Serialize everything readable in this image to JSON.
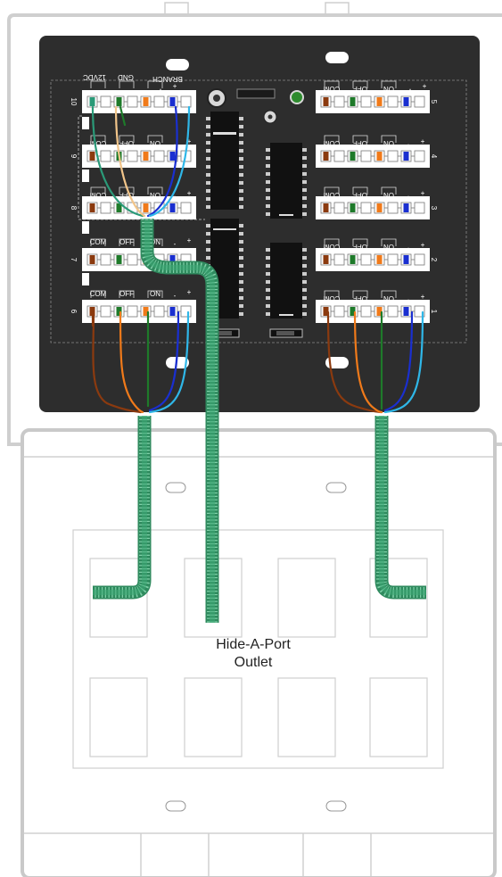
{
  "diagram": {
    "outlet_label_line1": "Hide-A-Port",
    "outlet_label_line2": "Outlet",
    "left_bank": {
      "numbers": [
        "10",
        "9",
        "8",
        "7",
        "6"
      ],
      "header_labels": [
        "12VDC",
        "GND",
        "BRANCH"
      ],
      "term_labels": [
        "COM",
        "OFF",
        "ON"
      ]
    },
    "right_bank": {
      "numbers": [
        "5",
        "4",
        "3",
        "2",
        "1"
      ],
      "term_labels": [
        "COM",
        "OFF",
        "ON"
      ]
    },
    "polarity": {
      "minus": "-",
      "plus": "+"
    },
    "colors": {
      "panel": "#2d2d2d",
      "brown": "#8B3A0F",
      "orange": "#F07A1A",
      "green": "#1E7A2A",
      "blue": "#1A2FD0",
      "light_blue": "#2FB7E8",
      "tan": "#F2C58A",
      "teal": "#2A9A78",
      "cable": "#3FA878"
    }
  }
}
